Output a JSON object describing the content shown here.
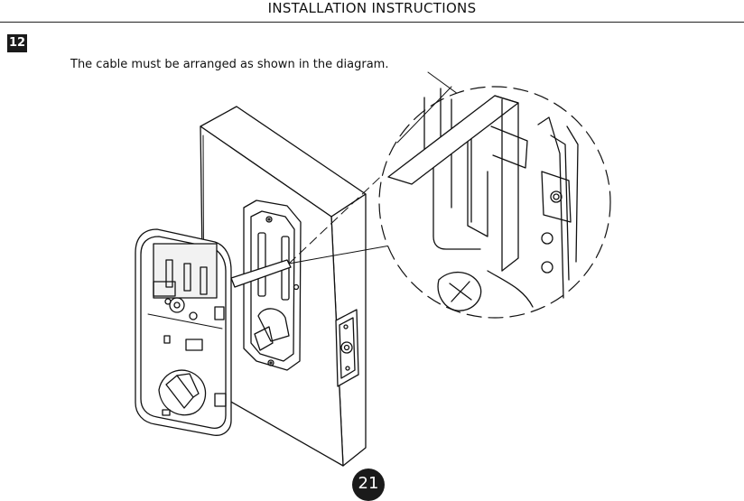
{
  "header": {
    "title": "INSTALLATION INSTRUCTIONS"
  },
  "step": {
    "number": "12",
    "instruction": "The cable must be arranged as shown in the diagram."
  },
  "diagram": {
    "label_icons": [
      "door-panel",
      "deadbolt-lock-assembly",
      "mounting-plate",
      "strike-plate",
      "cable",
      "magnified-detail-circle"
    ]
  },
  "footer": {
    "page_number": "21"
  }
}
